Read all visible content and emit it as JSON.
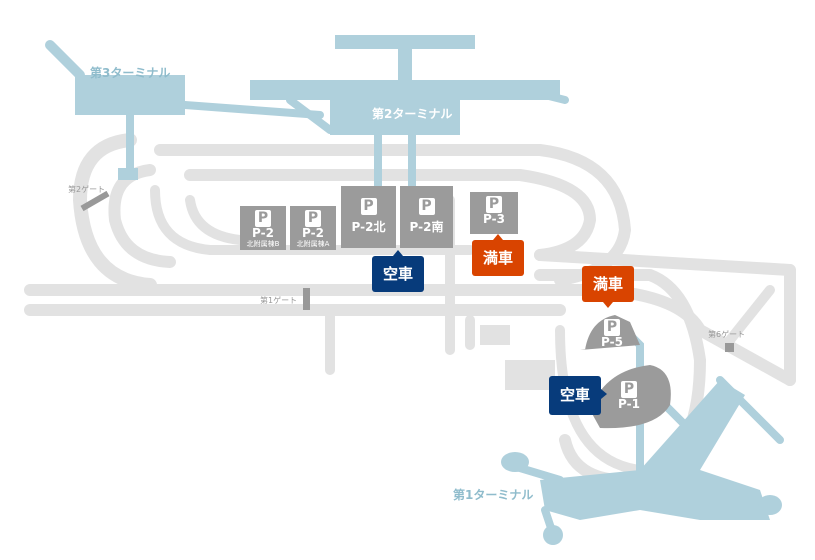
{
  "terminals": {
    "t1": "第1ターミナル",
    "t2": "第2ターミナル",
    "t3": "第3ターミナル"
  },
  "gates": {
    "g1": "第1ゲート",
    "g2": "第2ゲート",
    "g6": "第6ゲート"
  },
  "parking": [
    {
      "id": "p2b",
      "name": "P-2",
      "sub": "北附属棟B",
      "icon": "P",
      "status": null
    },
    {
      "id": "p2a",
      "name": "P-2",
      "sub": "北附属棟A",
      "icon": "P",
      "status": null
    },
    {
      "id": "p2n",
      "name": "P-2北",
      "icon": "P",
      "status": "空車"
    },
    {
      "id": "p2s",
      "name": "P-2南",
      "icon": "P",
      "status": null
    },
    {
      "id": "p3",
      "name": "P-3",
      "icon": "P",
      "status": "満車"
    },
    {
      "id": "p5",
      "name": "P-5",
      "icon": "P",
      "status": "満車"
    },
    {
      "id": "p1",
      "name": "P-1",
      "icon": "P",
      "status": "空車"
    }
  ],
  "status_colors": {
    "vacant": "#073b7b",
    "full": "#d94400"
  }
}
